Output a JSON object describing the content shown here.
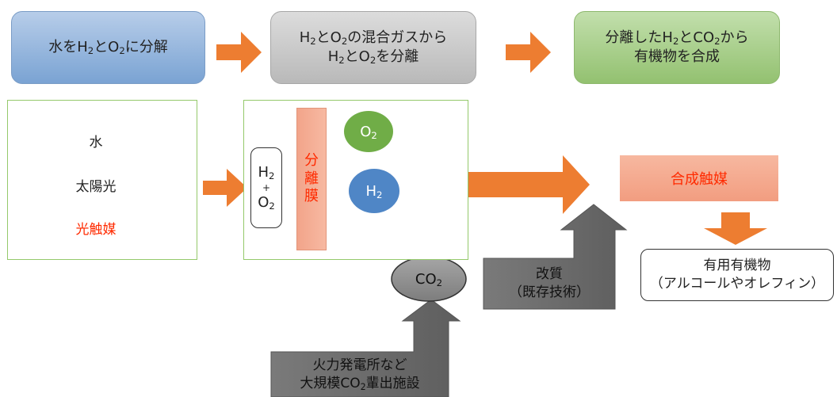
{
  "steps": {
    "split": {
      "p1": "水を",
      "h": "H",
      "s1": "2",
      "mid": "とO",
      "s2": "2",
      "p2": "に分解"
    },
    "separate": {
      "l1a": "H",
      "l1s1": "2",
      "l1b": "とO",
      "l1s2": "2",
      "l1c": "の混合ガスから",
      "l2a": "H",
      "l2s1": "2",
      "l2b": "とO",
      "l2s2": "2",
      "l2c": "を分離"
    },
    "synthesize": {
      "l1a": "分離したH",
      "l1s1": "2",
      "l1b": "とCO",
      "l1s2": "2",
      "l1c": "から",
      "l2": "有機物を合成"
    }
  },
  "inputs": {
    "water": "水",
    "sunlight": "太陽光",
    "photocatalyst": "光触媒"
  },
  "gas_mix": {
    "h": "H",
    "h_sub": "2",
    "plus": "+",
    "o": "O",
    "o_sub": "2"
  },
  "membrane": {
    "c1": "分",
    "c2": "離",
    "c3": "膜"
  },
  "o2_bubble": {
    "t": "O",
    "s": "2"
  },
  "h2_bubble": {
    "t": "H",
    "s": "2"
  },
  "co2_bubble": {
    "t": "CO",
    "s": "2"
  },
  "catalyst": "合成触媒",
  "reform": {
    "l1": "改質",
    "l2": "（既存技術）"
  },
  "result": {
    "l1": "有用有機物",
    "l2": "（アルコールやオレフィン）"
  },
  "emitter": {
    "l1": "火力発電所など",
    "l2a": "大規模CO",
    "l2s": "2",
    "l2b": "輩出施設"
  },
  "colors": {
    "arrow_orange": "#ed7d31",
    "o2_green": "#70ad47",
    "h2_blue": "#4f86c6",
    "photocatalyst_red": "#ff2a00",
    "process_grey": "#6f6f6f"
  }
}
